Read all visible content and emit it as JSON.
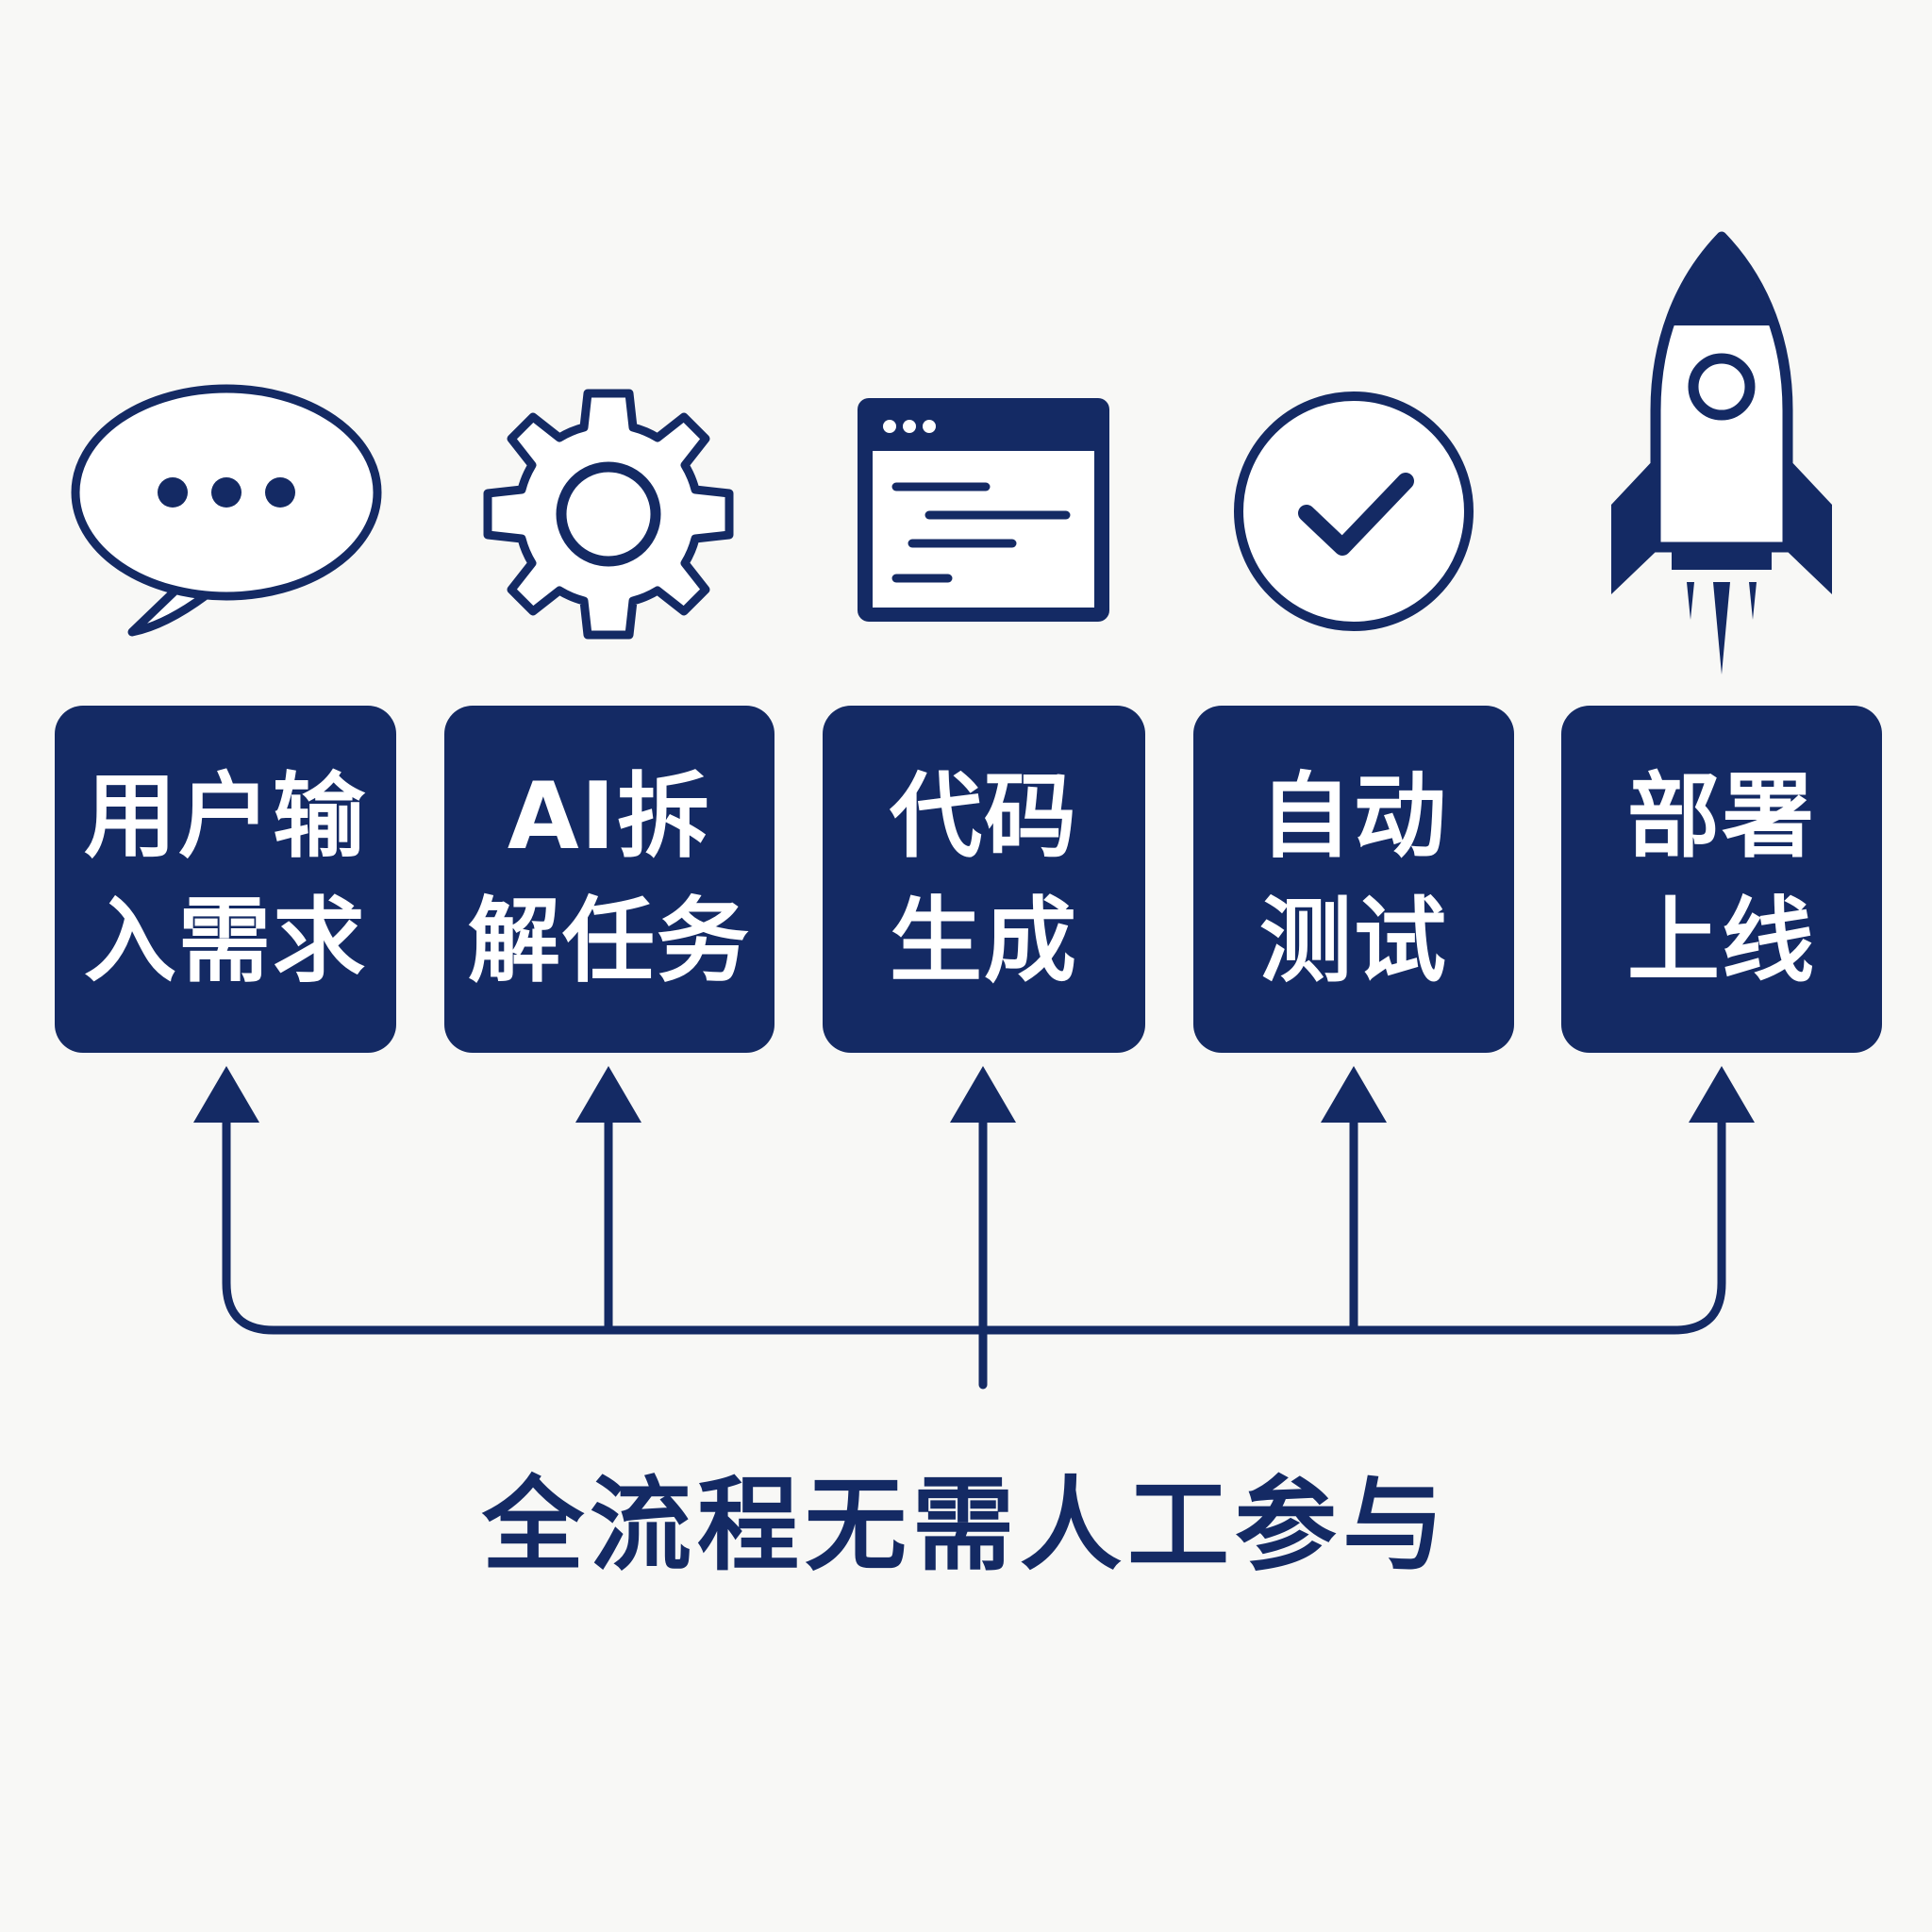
{
  "colors": {
    "primary": "#142a64",
    "background": "#f8f8f6",
    "text_on_primary": "#ffffff"
  },
  "steps": [
    {
      "icon": "speech-bubble-icon",
      "label_line1": "用户输",
      "label_line2": "入需求"
    },
    {
      "icon": "gear-icon",
      "label_line1": "AI拆",
      "label_line2": "解任务"
    },
    {
      "icon": "code-window-icon",
      "label_line1": "代码",
      "label_line2": "生成"
    },
    {
      "icon": "check-circle-icon",
      "label_line1": "自动",
      "label_line2": "测试"
    },
    {
      "icon": "rocket-icon",
      "label_line1": "部署",
      "label_line2": "上线"
    }
  ],
  "caption": "全流程无需人工参与"
}
